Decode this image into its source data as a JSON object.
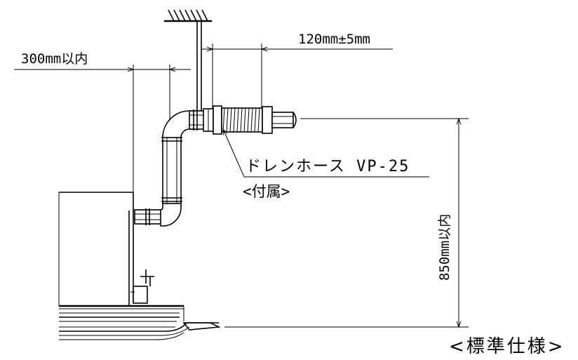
{
  "diagram": {
    "dim_top": "120mm±5mm",
    "dim_left": "300mm以内",
    "hose_label": "ドレンホース VP-25",
    "hose_sub": "<付属>",
    "dim_vertical": "850mm以内",
    "spec_label": "<標準仕様>"
  }
}
